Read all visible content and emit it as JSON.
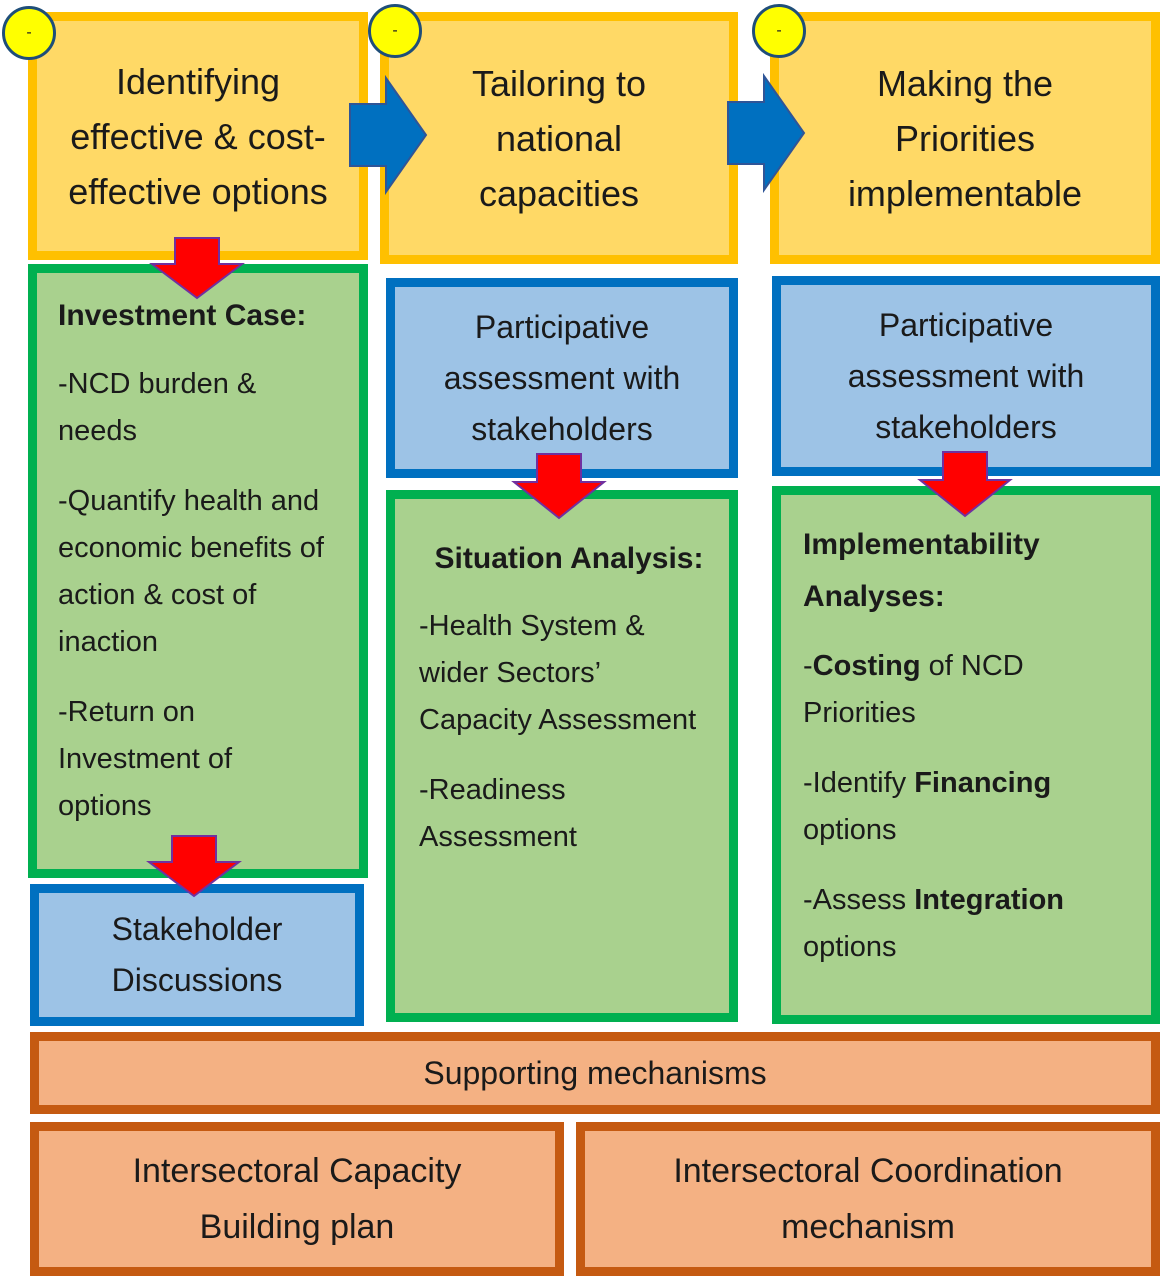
{
  "columns": [
    {
      "header": "Identifying effective & cost-effective options",
      "badge": "-",
      "detail": {
        "title": "Investment Case:",
        "items": [
          "-NCD burden & needs",
          "-Quantify health and economic benefits of action & cost of inaction",
          "-Return on Investment of options"
        ]
      },
      "next": "Stakeholder Discussions"
    },
    {
      "header": "Tailoring to national capacities",
      "badge": "-",
      "assessment": "Participative assessment with stakeholders",
      "detail": {
        "title": "Situation Analysis:",
        "items": [
          "-Health System & wider Sectors’ Capacity Assessment",
          "-Readiness Assessment"
        ]
      }
    },
    {
      "header": "Making the Priorities implementable",
      "badge": "-",
      "assessment": "Participative assessment with stakeholders",
      "detail": {
        "title": "Implementability Analyses:",
        "items": [
          {
            "pre": "-",
            "bold": "Costing",
            "post": " of NCD Priorities"
          },
          {
            "pre": "-Identify ",
            "bold": "Financing",
            "post": " options"
          },
          {
            "pre": "-Assess ",
            "bold": "Integration",
            "post": " options"
          }
        ]
      }
    }
  ],
  "supporting": {
    "title": "Supporting mechanisms",
    "left": "Intersectoral Capacity Building plan",
    "right": "Intersectoral Coordination mechanism"
  },
  "colors": {
    "yellow_fill": "#ffd966",
    "yellow_border": "#ffc000",
    "green_fill": "#a9d18e",
    "green_border": "#00b050",
    "blue_fill": "#9dc3e6",
    "blue_border": "#0070c0",
    "orange_fill": "#f4b183",
    "orange_border": "#c55a11",
    "arrow_blue": "#0070c0",
    "arrow_red": "#ff0000"
  }
}
